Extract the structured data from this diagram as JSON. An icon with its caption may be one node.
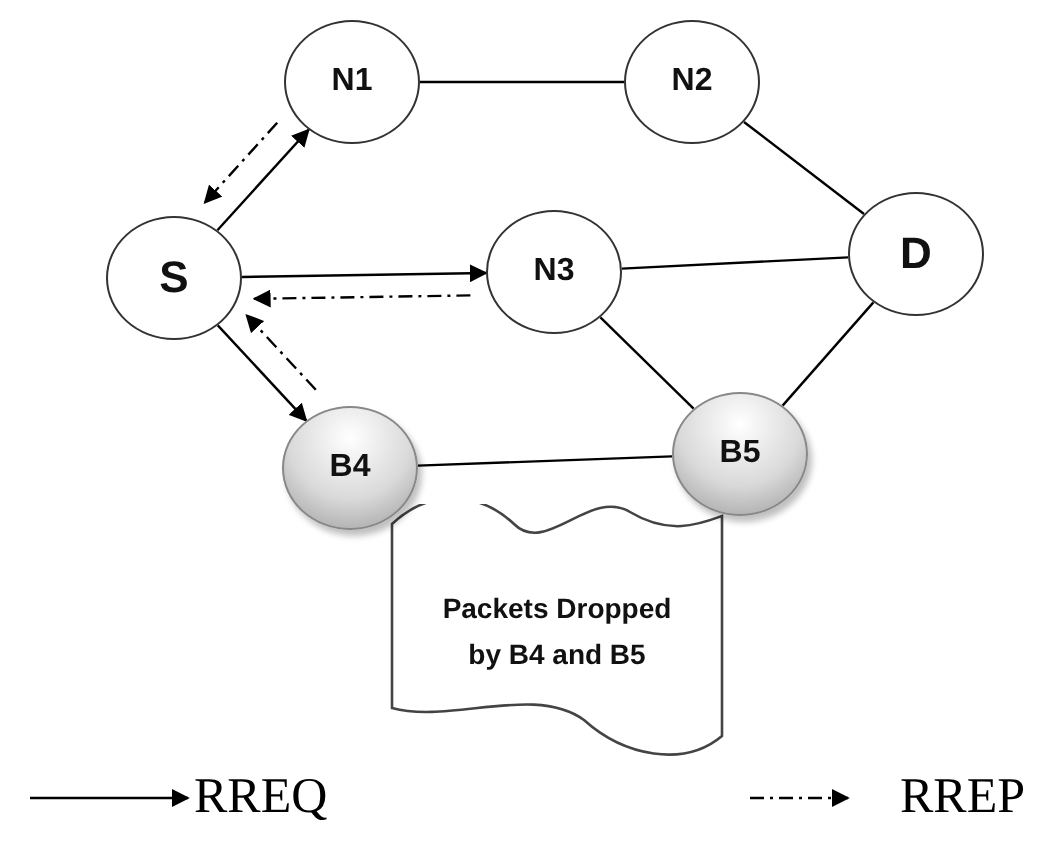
{
  "diagram": {
    "nodes": [
      {
        "text": [
          "S"
        ]
      },
      {
        "text": [
          "N1"
        ]
      },
      {
        "text": [
          "N2"
        ]
      },
      {
        "text": [
          "N3"
        ]
      },
      {
        "text": [
          "D"
        ]
      },
      {
        "text": [
          "B4"
        ]
      },
      {
        "text": [
          "B5"
        ]
      },
      {
        "text": [
          "Packets Dropped by B4 and B5"
        ]
      }
    ],
    "edges": [
      {
        "from": 0,
        "to": 1,
        "arrow": "to"
      },
      {
        "from": 1,
        "to": 0,
        "arrow": "to",
        "style": "dashed"
      },
      {
        "from": 0,
        "to": 3,
        "arrow": "to"
      },
      {
        "from": 3,
        "to": 0,
        "arrow": "to",
        "style": "dashed"
      },
      {
        "from": 0,
        "to": 5,
        "arrow": "to"
      },
      {
        "from": 5,
        "to": 0,
        "arrow": "to",
        "style": "dashed"
      },
      {
        "from": 1,
        "to": 2,
        "arrow": "none"
      },
      {
        "from": 2,
        "to": 4,
        "arrow": "none"
      },
      {
        "from": 3,
        "to": 4,
        "arrow": "none"
      },
      {
        "from": 3,
        "to": 6,
        "arrow": "none"
      },
      {
        "from": 4,
        "to": 6,
        "arrow": "none"
      },
      {
        "from": 5,
        "to": 6,
        "arrow": "none"
      }
    ],
    "legend": [
      {
        "text": "RREQ"
      },
      {
        "text": "RREP"
      }
    ]
  }
}
